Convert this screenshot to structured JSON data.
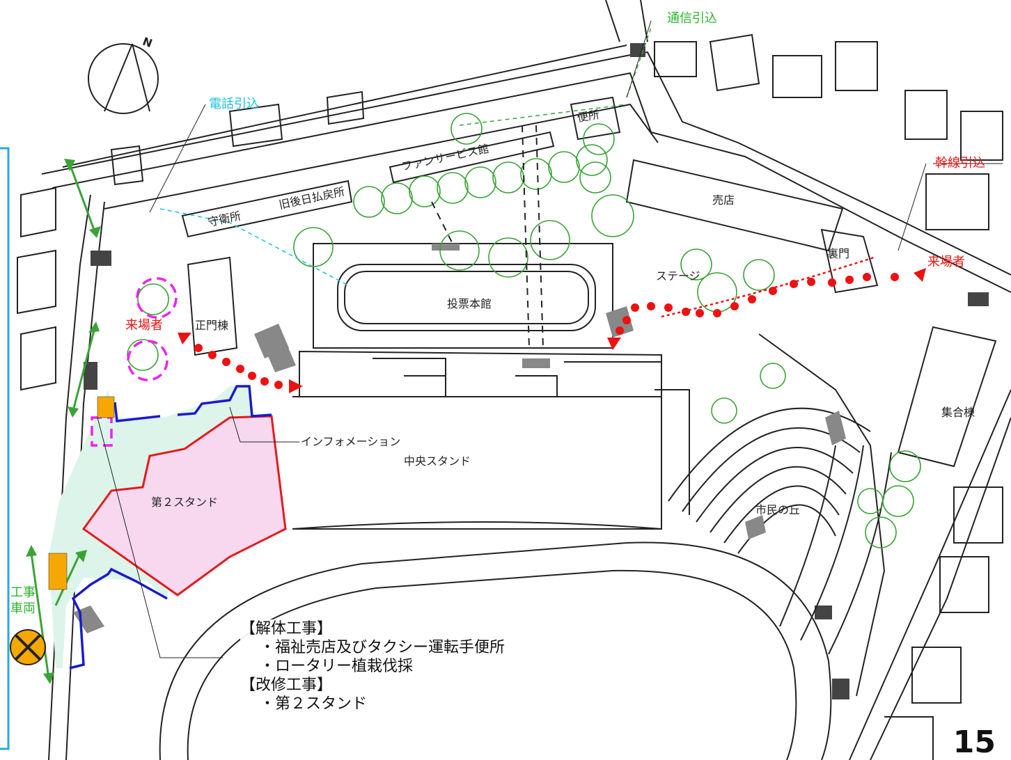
{
  "compass": {
    "north_label": "N"
  },
  "labels": {
    "telecom": "通信引込",
    "phone": "電話引込",
    "trunk": "幹線引込",
    "toilet": "便所",
    "fan_service": "ファンサービス館",
    "old_payout": "旧後日払戻所",
    "guard": "守衛所",
    "shop": "売店",
    "back_gate": "裏門",
    "stage": "ステージ",
    "main_voting": "投票本館",
    "main_gate_bldg": "正門棟",
    "visitors_left": "来場者",
    "visitors_right": "来場者",
    "assembly": "集合棟",
    "information": "インフォメーション",
    "central_stand": "中央スタンド",
    "second_stand": "第２スタンド",
    "citizen_hill": "市民の丘",
    "vehicle_line1": "工事",
    "vehicle_line2": "車両"
  },
  "notes": {
    "demolition_header": "【解体工事】",
    "demolition_item1": "・福祉売店及びタクシー運転手便所",
    "demolition_item2": "・ロータリー植栽伐採",
    "renovation_header": "【改修工事】",
    "renovation_item1": "・第２スタンド"
  },
  "page_number": "15",
  "colors": {
    "line": "#222222",
    "tree": "#3aa335",
    "arrow_green": "#3aa335",
    "visitor_red": "#ee1111",
    "stand_red": "#e41a1a",
    "stand_fill": "#f7d8ef",
    "work_zone_fill": "#dcf4ea",
    "fence_blue": "#1a1acc",
    "phone_cyan": "#18c0e0",
    "magenta": "#ee22ee",
    "vehicle_orange": "#f5a800",
    "frame_blue": "#2aa8e0"
  }
}
